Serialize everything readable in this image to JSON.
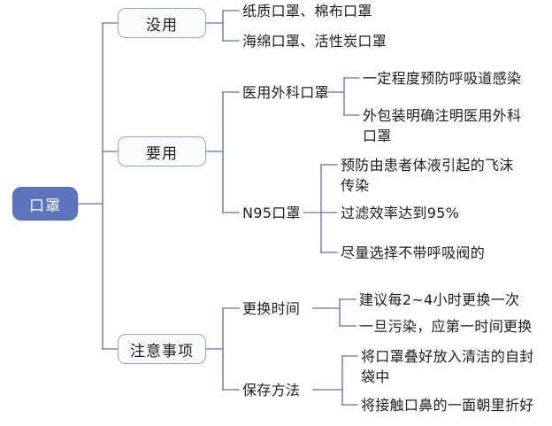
{
  "diagram": {
    "title": "口罩",
    "line_color": "#7a88b8",
    "root_fill": "#5b76bc",
    "root_text_color": "#ffffff",
    "branch_fill": "#fbfcfe",
    "branch_border": "#94a3c9",
    "text_color": "#1d1d1d",
    "root": {
      "label": "口罩"
    },
    "branches": [
      {
        "label": "没用",
        "leaves": [
          {
            "text": "纸质口罩、棉布口罩"
          },
          {
            "text": "海绵口罩、活性炭口罩"
          }
        ]
      },
      {
        "label": "要用",
        "subnodes": [
          {
            "label": "医用外科口罩",
            "leaves": [
              {
                "text": "一定程度预防呼吸道感染"
              },
              {
                "text": "外包装明确注明医用外科\n口罩"
              }
            ]
          },
          {
            "label": "N95口罩",
            "leaves": [
              {
                "text": "预防由患者体液引起的飞沫\n传染"
              },
              {
                "text": "过滤效率达到95%"
              },
              {
                "text": "尽量选择不带呼吸阀的"
              }
            ]
          }
        ]
      },
      {
        "label": "注意事项",
        "subnodes": [
          {
            "label": "更换时间",
            "leaves": [
              {
                "text": "建议每2~4小时更换一次"
              },
              {
                "text": "一旦污染，应第一时间更换"
              }
            ]
          },
          {
            "label": "保存方法",
            "leaves": [
              {
                "text": "将口罩叠好放入清洁的自封\n袋中"
              },
              {
                "text": "将接触口鼻的一面朝里折好"
              }
            ]
          }
        ]
      }
    ]
  }
}
